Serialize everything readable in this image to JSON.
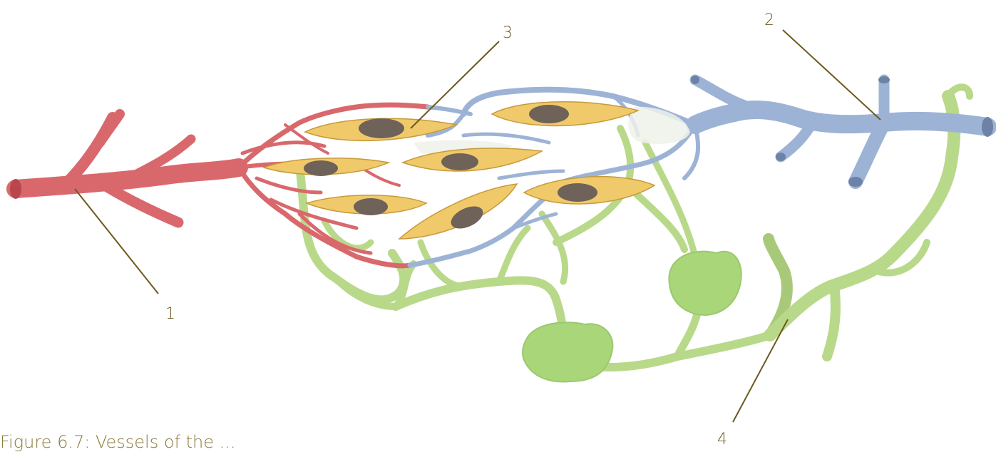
{
  "labels": {
    "artery": "1",
    "vein": "2",
    "cell": "3",
    "lymph": "4"
  },
  "caption": "Figure 6.7: Vessels of the ...",
  "colors": {
    "artery": "#d9686c",
    "vein": "#9db3d6",
    "lymph": "#b9d98a",
    "lymph_node": "#a8d679",
    "cell": "#f0c96a",
    "nucleus": "#6e6259",
    "leader_line": "#6b5a1e"
  }
}
